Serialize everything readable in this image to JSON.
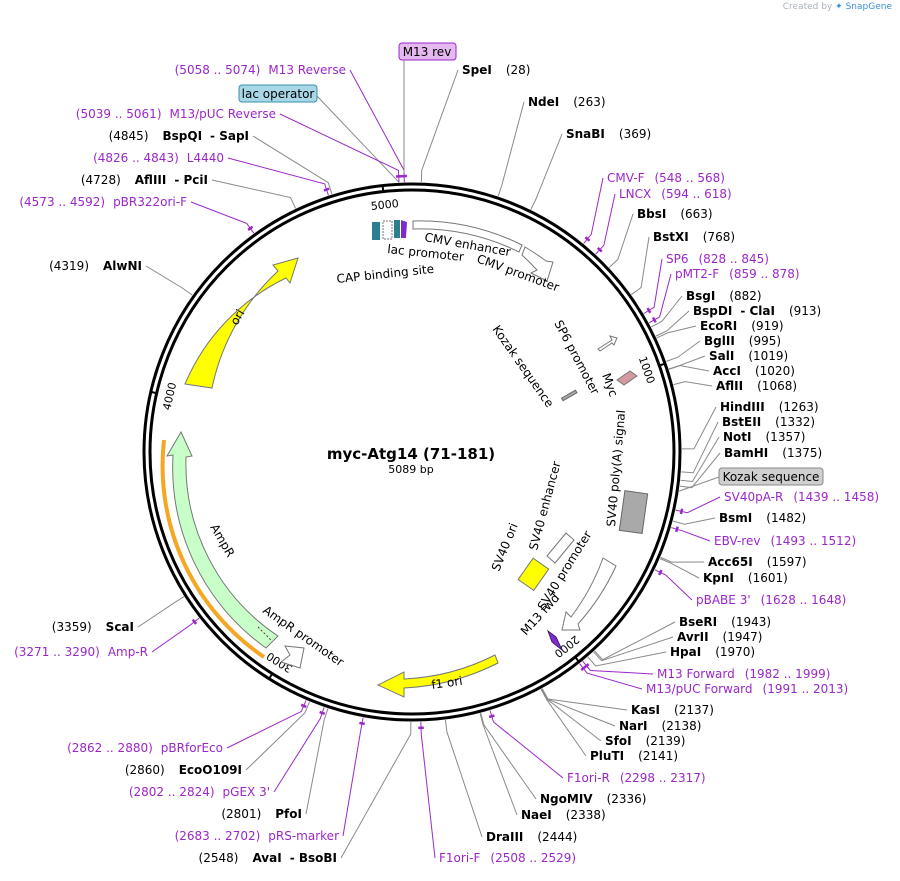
{
  "credit": {
    "prefix": "Created by",
    "brand": "SnapGene"
  },
  "plasmid": {
    "name": "myc-Atg14 (71-181)",
    "size_label": "5089 bp",
    "length": 5089
  },
  "colors": {
    "primer": "#9b27c9",
    "line": "#8a8a8a",
    "ori": "#ffff00",
    "ampr": "#c8ffc8",
    "ampr_highlight": "#f5a623"
  },
  "ticks": [
    {
      "pos": 1000,
      "label": "1000"
    },
    {
      "pos": 2000,
      "label": "2000"
    },
    {
      "pos": 3000,
      "label": "3000"
    },
    {
      "pos": 4000,
      "label": "4000"
    },
    {
      "pos": 5000,
      "label": "5000"
    }
  ],
  "right_labels": [
    {
      "pos": 28,
      "name": "SpeI",
      "num": "(28)"
    },
    {
      "pos": 263,
      "name": "NdeI",
      "num": "(263)"
    },
    {
      "pos": 369,
      "name": "SnaBI",
      "num": "(369)"
    },
    {
      "pos": 558,
      "name": "CMV-F",
      "num": "(548 .. 568)",
      "primer": true
    },
    {
      "pos": 606,
      "name": "LNCX",
      "num": "(594 .. 618)",
      "primer": true
    },
    {
      "pos": 663,
      "name": "BbsI",
      "num": "(663)"
    },
    {
      "pos": 768,
      "name": "BstXI",
      "num": "(768)"
    },
    {
      "pos": 836,
      "name": "SP6",
      "num": "(828 .. 845)",
      "primer": true
    },
    {
      "pos": 868,
      "name": "pMT2-F",
      "num": "(859 .. 878)",
      "primer": true
    },
    {
      "pos": 882,
      "name": "BsgI",
      "num": "(882)"
    },
    {
      "pos": 913,
      "name": "BspDI",
      "name2": "ClaI",
      "num": "(913)"
    },
    {
      "pos": 919,
      "name": "EcoRI",
      "num": "(919)"
    },
    {
      "pos": 995,
      "name": "BglII",
      "num": "(995)"
    },
    {
      "pos": 1019,
      "name": "SalI",
      "num": "(1019)"
    },
    {
      "pos": 1020,
      "name": "AccI",
      "num": "(1020)"
    },
    {
      "pos": 1068,
      "name": "AflII",
      "num": "(1068)"
    },
    {
      "pos": 1263,
      "name": "HindIII",
      "num": "(1263)"
    },
    {
      "pos": 1332,
      "name": "BstEII",
      "num": "(1332)"
    },
    {
      "pos": 1357,
      "name": "NotI",
      "num": "(1357)"
    },
    {
      "pos": 1375,
      "name": "BamHI",
      "num": "(1375)"
    },
    {
      "pos": 1390,
      "name": "Kozak sequence",
      "boxed": "grey"
    },
    {
      "pos": 1448,
      "name": "SV40pA-R",
      "num": "(1439 .. 1458)",
      "primer": true
    },
    {
      "pos": 1482,
      "name": "BsmI",
      "num": "(1482)"
    },
    {
      "pos": 1502,
      "name": "EBV-rev",
      "num": "(1493 .. 1512)",
      "primer": true
    },
    {
      "pos": 1597,
      "name": "Acc65I",
      "num": "(1597)"
    },
    {
      "pos": 1601,
      "name": "KpnI",
      "num": "(1601)"
    },
    {
      "pos": 1638,
      "name": "pBABE 3'",
      "num": "(1628 .. 1648)",
      "primer": true
    },
    {
      "pos": 1943,
      "name": "BseRI",
      "num": "(1943)"
    },
    {
      "pos": 1947,
      "name": "AvrII",
      "num": "(1947)"
    },
    {
      "pos": 1970,
      "name": "HpaI",
      "num": "(1970)"
    },
    {
      "pos": 1990,
      "name": "M13 Forward",
      "num": "(1982 .. 1999)",
      "primer": true
    },
    {
      "pos": 2002,
      "name": "M13/pUC Forward",
      "num": "(1991 .. 2013)",
      "primer": true
    },
    {
      "pos": 2137,
      "name": "KasI",
      "num": "(2137)"
    },
    {
      "pos": 2138,
      "name": "NarI",
      "num": "(2138)"
    },
    {
      "pos": 2139,
      "name": "SfoI",
      "num": "(2139)"
    },
    {
      "pos": 2141,
      "name": "PluTI",
      "num": "(2141)"
    },
    {
      "pos": 2307,
      "name": "F1ori-R",
      "num": "(2298 .. 2317)",
      "primer": true
    },
    {
      "pos": 2336,
      "name": "NgoMIV",
      "num": "(2336)"
    },
    {
      "pos": 2338,
      "name": "NaeI",
      "num": "(2338)"
    },
    {
      "pos": 2444,
      "name": "DraIII",
      "num": "(2444)"
    },
    {
      "pos": 2518,
      "name": "F1ori-F",
      "num": "(2508 .. 2529)",
      "primer": true
    }
  ],
  "left_labels": [
    {
      "pos": 5066,
      "name": "M13 Reverse",
      "num": "(5058 .. 5074)",
      "primer": true
    },
    {
      "pos": 5050,
      "name": "lac operator",
      "boxed": "blue"
    },
    {
      "pos": 5050,
      "name": "M13/pUC Reverse",
      "num": "(5039 .. 5061)",
      "primer": true
    },
    {
      "pos": 4845,
      "name": "BspQI",
      "name2": "SapI",
      "num": "(4845)"
    },
    {
      "pos": 4834,
      "name": "L4440",
      "num": "(4826 .. 4843)",
      "primer": true
    },
    {
      "pos": 4728,
      "name": "AflIII",
      "name2": "PciI",
      "num": "(4728)"
    },
    {
      "pos": 4582,
      "name": "pBR322ori-F",
      "num": "(4573 .. 4592)",
      "primer": true
    },
    {
      "pos": 4319,
      "name": "AlwNI",
      "num": "(4319)"
    },
    {
      "pos": 3359,
      "name": "ScaI",
      "num": "(3359)"
    },
    {
      "pos": 3280,
      "name": "Amp-R",
      "num": "(3271 .. 3290)",
      "primer": true
    },
    {
      "pos": 2871,
      "name": "pBRforEco",
      "num": "(2862 .. 2880)",
      "primer": true
    },
    {
      "pos": 2860,
      "name": "EcoO109I",
      "num": "(2860)"
    },
    {
      "pos": 2813,
      "name": "pGEX 3'",
      "num": "(2802 .. 2824)",
      "primer": true
    },
    {
      "pos": 2801,
      "name": "PfoI",
      "num": "(2801)"
    },
    {
      "pos": 2692,
      "name": "pRS-marker",
      "num": "(2683 .. 2702)",
      "primer": true
    },
    {
      "pos": 2548,
      "name": "AvaI",
      "name2": "BsoBI",
      "num": "(2548)"
    }
  ],
  "top_label": {
    "pos": 5066,
    "name": "M13 rev"
  },
  "features": [
    {
      "name": "CMV enhancer"
    },
    {
      "name": "CMV promoter"
    },
    {
      "name": "lac promoter"
    },
    {
      "name": "CAP binding site"
    },
    {
      "name": "SP6 promoter"
    },
    {
      "name": "Kozak sequence"
    },
    {
      "name": "Myc"
    },
    {
      "name": "SV40 poly(A) signal"
    },
    {
      "name": "SV40 enhancer"
    },
    {
      "name": "SV40 ori"
    },
    {
      "name": "SV40 promoter"
    },
    {
      "name": "M13 fwd"
    },
    {
      "name": "f1 ori"
    },
    {
      "name": "AmpR promoter"
    },
    {
      "name": "AmpR"
    },
    {
      "name": "ori"
    }
  ]
}
